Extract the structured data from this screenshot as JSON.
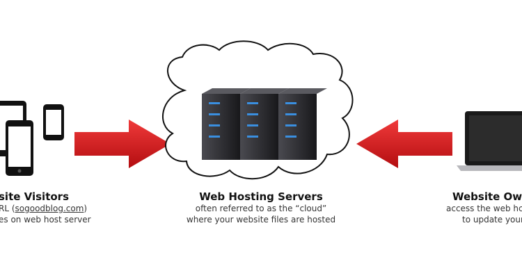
{
  "visitors": {
    "title": "site Visitors",
    "line1_prefix": "RL (",
    "line1_link": "sogoodblog.com",
    "line1_suffix": ")",
    "line2": "es on web host server"
  },
  "servers": {
    "title": "Web Hosting Servers",
    "line1": "often referred to as the “cloud”",
    "line2": "where your website files are hosted"
  },
  "owner": {
    "title": "Website Owr",
    "line1": "access the web hc",
    "line2": "to update your"
  },
  "colors": {
    "arrow": "#d8191c",
    "server": "#2a2a2e",
    "led": "#3a8fe0"
  },
  "icons": [
    "tablet-icon",
    "phone-icon",
    "cloud-icon",
    "server-icon",
    "laptop-icon",
    "arrow-right-icon",
    "arrow-left-icon"
  ]
}
